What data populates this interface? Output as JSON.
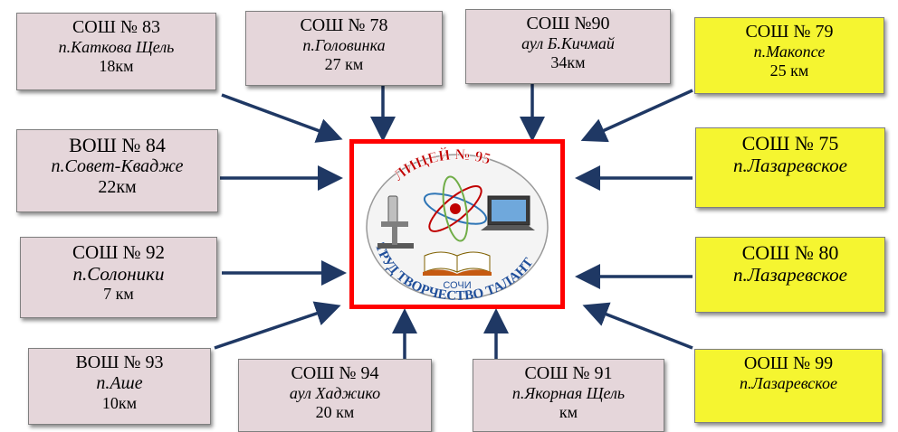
{
  "center": {
    "title": "ЛИЦЕЙ № 95",
    "motto": "ТРУД ТВОРЧЕСТВО ТАЛАНТ",
    "city": "СОЧИ"
  },
  "schools": [
    {
      "name": "СОШ № 83",
      "place": "п.Каткова Щель",
      "distance": "18км",
      "color": "pink"
    },
    {
      "name": "СОШ № 78",
      "place": "п.Головинка",
      "distance": "27 км",
      "color": "pink"
    },
    {
      "name": "СОШ №90",
      "place": "аул Б.Кичмай",
      "distance": "34км",
      "color": "pink"
    },
    {
      "name": "СОШ № 79",
      "place": "п.Макопсе",
      "distance": "25 км",
      "color": "yellow"
    },
    {
      "name": "ВОШ № 84",
      "place": "п.Совет-Квадже",
      "distance": "22км",
      "color": "pink"
    },
    {
      "name": "СОШ № 75",
      "place": "п.Лазаревское",
      "distance": "",
      "color": "yellow"
    },
    {
      "name": "СОШ № 92",
      "place": "п.Солоники",
      "distance": "7 км",
      "color": "pink"
    },
    {
      "name": "СОШ № 80",
      "place": "п.Лазаревское",
      "distance": "",
      "color": "yellow"
    },
    {
      "name": "ВОШ № 93",
      "place": "п.Аше",
      "distance": "10км",
      "color": "pink"
    },
    {
      "name": "СОШ № 94",
      "place": "аул Хаджико",
      "distance": "20 км",
      "color": "pink"
    },
    {
      "name": "СОШ № 91",
      "place": "п.Якорная Щель",
      "distance": "км",
      "color": "pink"
    },
    {
      "name": "ООШ № 99",
      "place": "п.Лазаревское",
      "distance": "",
      "color": "yellow"
    }
  ]
}
